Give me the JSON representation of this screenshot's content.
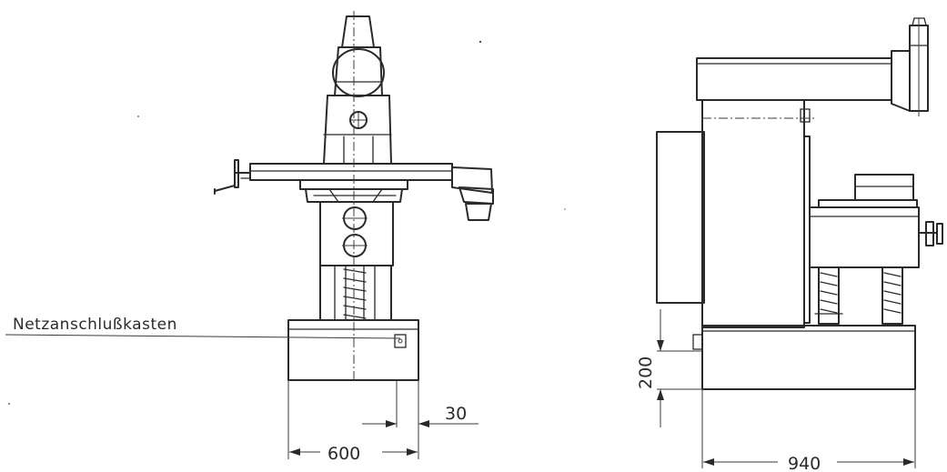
{
  "labels": {
    "connection_box": "Netzanschlußkasten"
  },
  "dimensions": {
    "base_width": "600",
    "offset": "30",
    "base_height": "200",
    "depth": "940"
  }
}
